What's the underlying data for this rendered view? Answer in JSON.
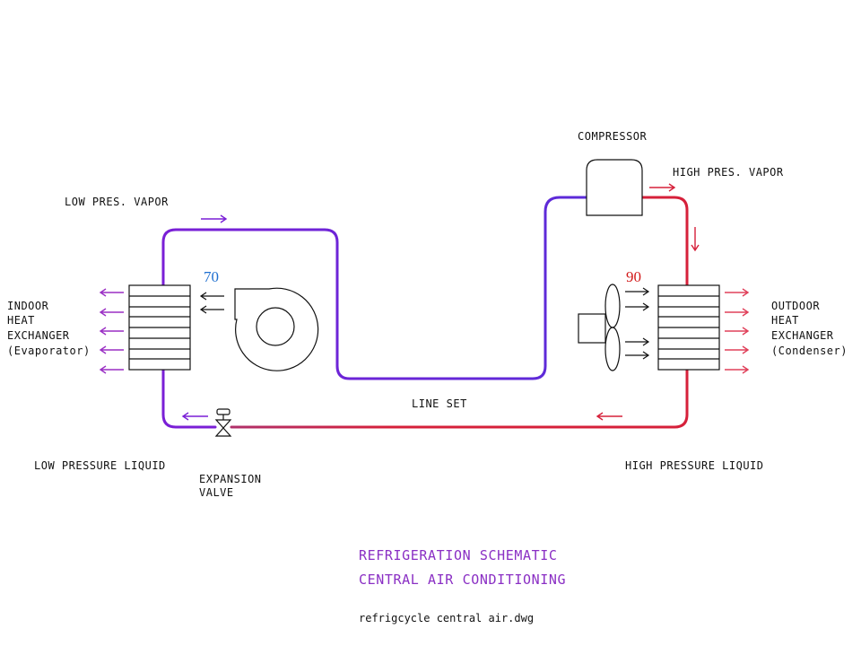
{
  "labels": {
    "compressor": "COMPRESSOR",
    "high_pres_vapor": "HIGH PRES. VAPOR",
    "low_pres_vapor": "LOW PRES. VAPOR",
    "indoor_1": "INDOOR",
    "indoor_2": "HEAT",
    "indoor_3": "EXCHANGER",
    "indoor_4": "(Evaporator)",
    "outdoor_1": "OUTDOOR",
    "outdoor_2": "HEAT",
    "outdoor_3": "EXCHANGER",
    "outdoor_4": "(Condenser)",
    "line_set": "LINE SET",
    "low_pressure_liquid": "LOW PRESSURE LIQUID",
    "high_pressure_liquid": "HIGH PRESSURE LIQUID",
    "expansion_1": "EXPANSION",
    "expansion_2": "VALVE"
  },
  "temps": {
    "indoor": "70",
    "outdoor": "90"
  },
  "title": {
    "line1": "REFRIGERATION SCHEMATIC",
    "line2": "CENTRAL AIR CONDITIONING",
    "filename": "refrigcycle central air.dwg"
  },
  "colors": {
    "low_pressure_line": "#7a1fd6",
    "high_pressure_line": "#d6203a",
    "indoor_air_arrows": "#9a2fc4",
    "outdoor_air_arrows": "#e0405a",
    "title_text": "#8a2fc4",
    "temp_indoor": "#1f6fd0",
    "temp_outdoor": "#d21a1a"
  }
}
